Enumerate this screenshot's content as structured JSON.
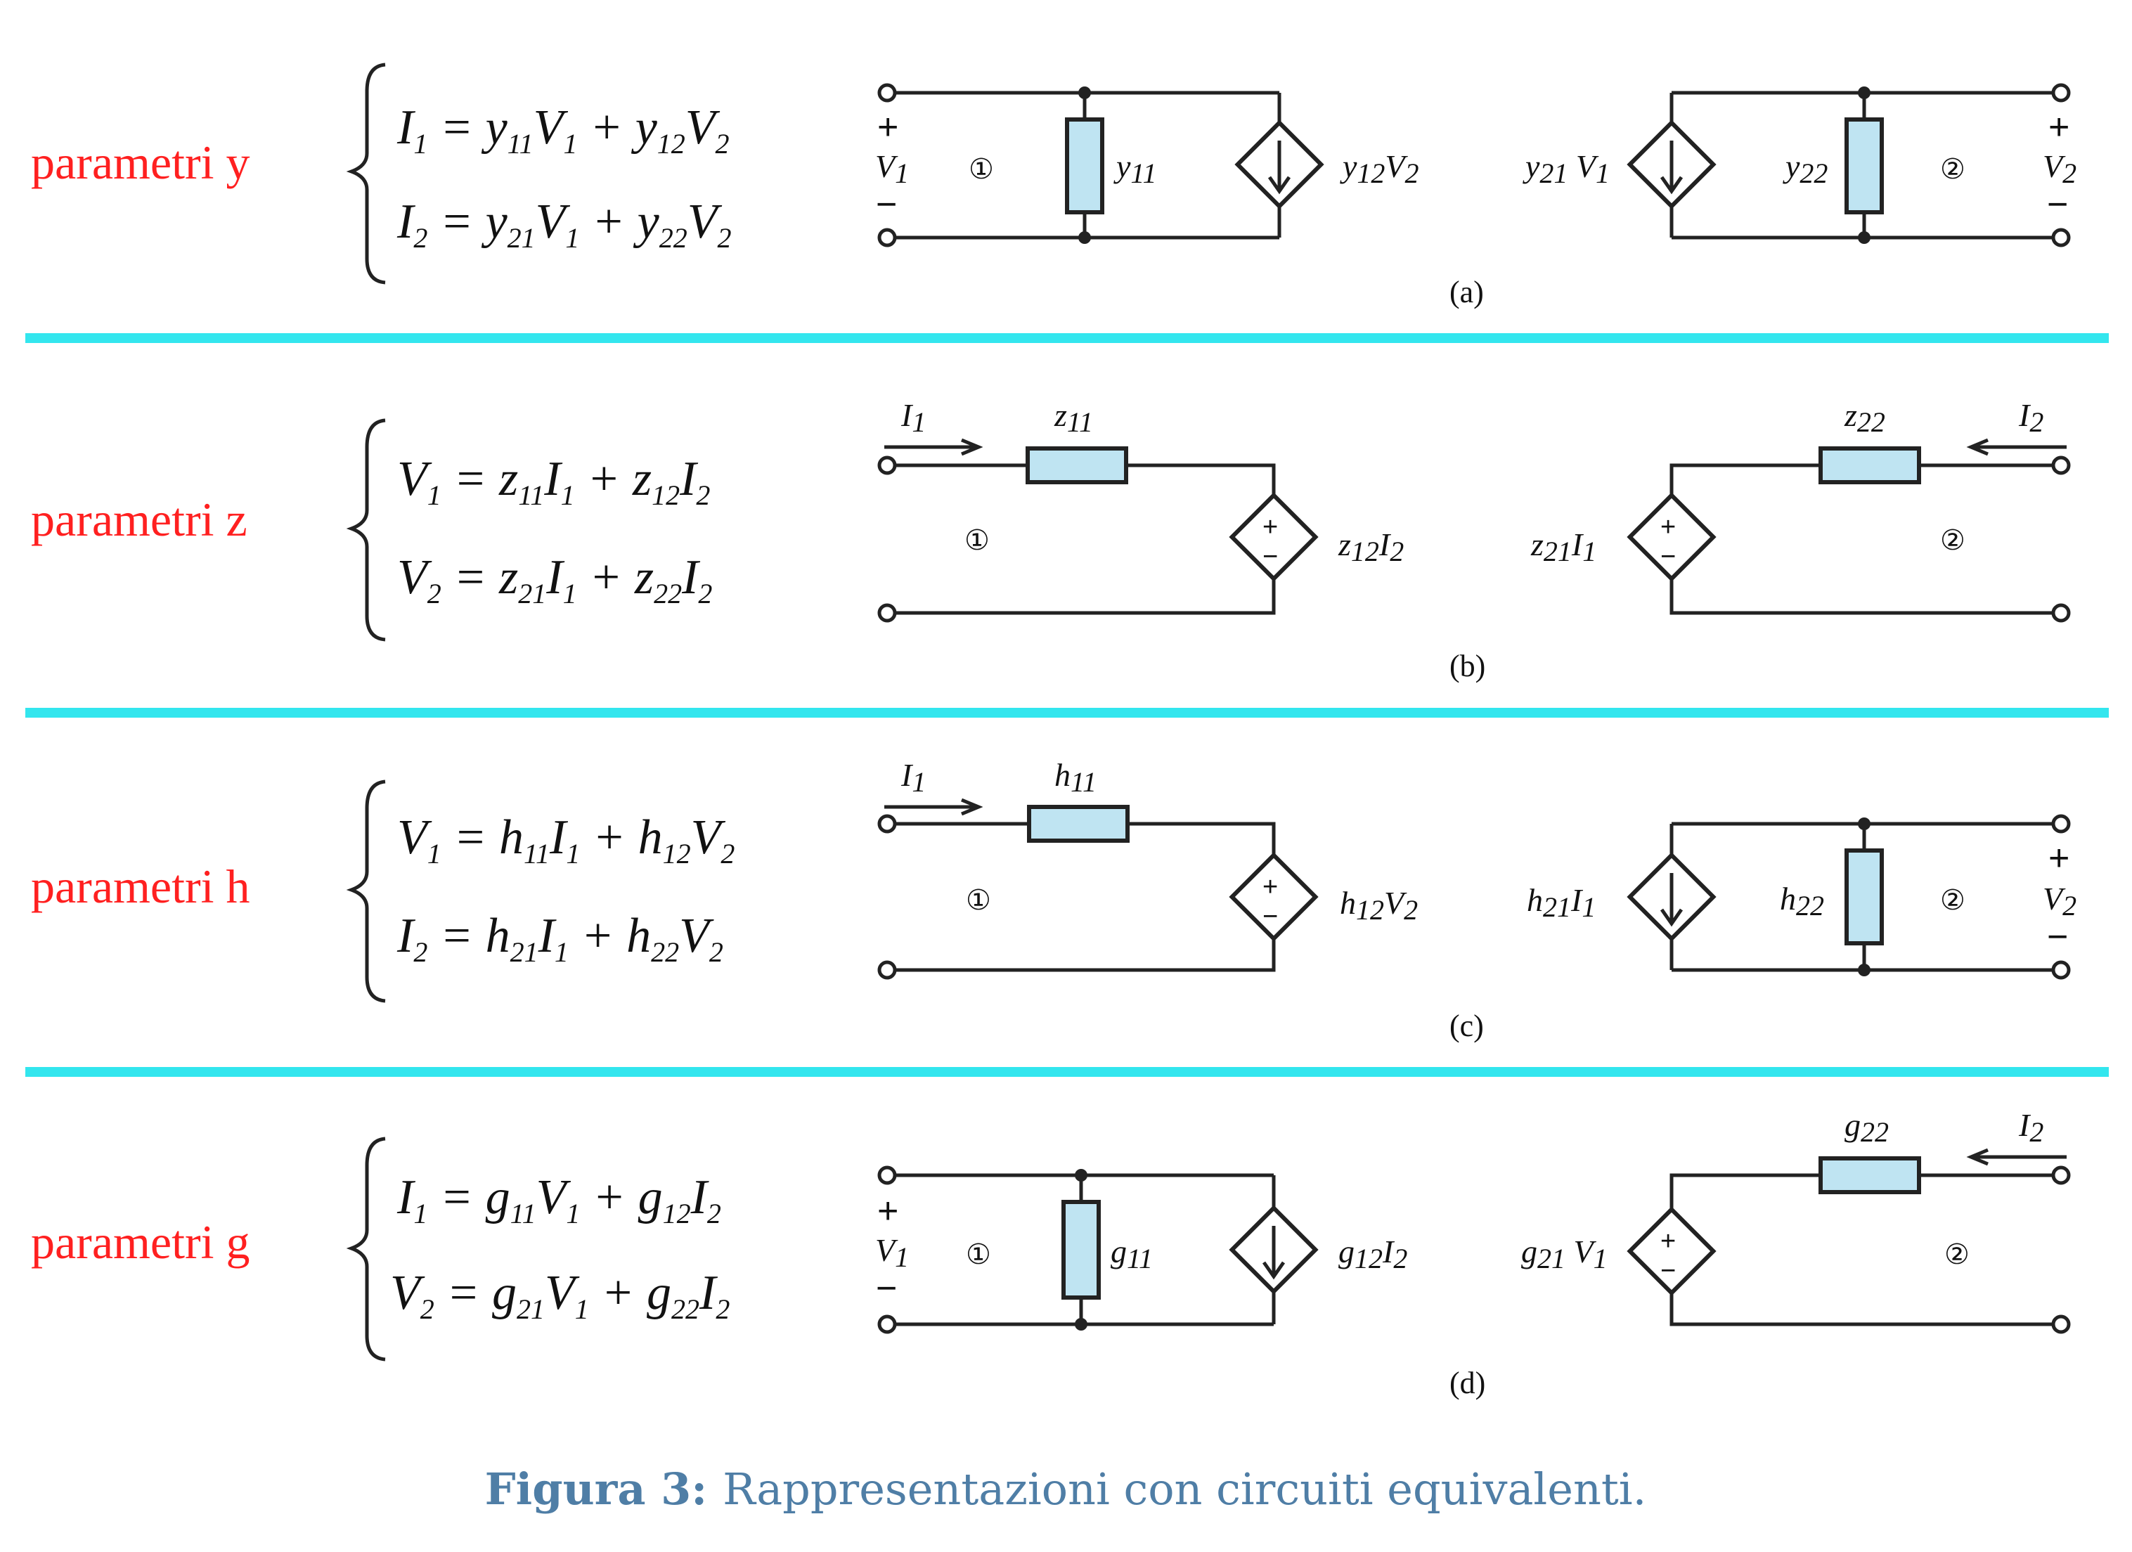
{
  "sections": [
    {
      "label": "parametri y",
      "eq1": {
        "lhs": "I",
        "lhs_sub": "1",
        "a": "y",
        "a_sub": "11",
        "av": "V",
        "av_sub": "1",
        "b": "y",
        "b_sub": "12",
        "bv": "V",
        "bv_sub": "2"
      },
      "eq2": {
        "lhs": "I",
        "lhs_sub": "2",
        "a": "y",
        "a_sub": "21",
        "av": "V",
        "av_sub": "1",
        "b": "y",
        "b_sub": "22",
        "bv": "V",
        "bv_sub": "2"
      },
      "left_elem": "y11",
      "left_src": "y12V2",
      "right_src": "y21V1",
      "right_elem": "y22",
      "tag": "(a)"
    },
    {
      "label": "parametri z",
      "eq1": {
        "lhs": "V",
        "lhs_sub": "1",
        "a": "z",
        "a_sub": "11",
        "av": "I",
        "av_sub": "1",
        "b": "z",
        "b_sub": "12",
        "bv": "I",
        "bv_sub": "2"
      },
      "eq2": {
        "lhs": "V",
        "lhs_sub": "2",
        "a": "z",
        "a_sub": "21",
        "av": "I",
        "av_sub": "1",
        "b": "z",
        "b_sub": "22",
        "bv": "I",
        "bv_sub": "2"
      },
      "left_elem": "z11",
      "left_src": "z12I2",
      "right_src": "z21I1",
      "right_elem": "z22",
      "current_left": "I1",
      "current_right": "I2",
      "tag": "(b)"
    },
    {
      "label": "parametri h",
      "eq1": {
        "lhs": "V",
        "lhs_sub": "1",
        "a": "h",
        "a_sub": "11",
        "av": "I",
        "av_sub": "1",
        "b": "h",
        "b_sub": "12",
        "bv": "V",
        "bv_sub": "2"
      },
      "eq2": {
        "lhs": "I",
        "lhs_sub": "2",
        "a": "h",
        "a_sub": "21",
        "av": "I",
        "av_sub": "1",
        "b": "h",
        "b_sub": "22",
        "bv": "V",
        "bv_sub": "2"
      },
      "left_elem": "h11",
      "left_src": "h12V2",
      "right_src": "h21I1",
      "right_elem": "h22",
      "current_left": "I1",
      "tag": "(c)"
    },
    {
      "label": "parametri g",
      "eq1": {
        "lhs": "I",
        "lhs_sub": "1",
        "a": "g",
        "a_sub": "11",
        "av": "V",
        "av_sub": "1",
        "b": "g",
        "b_sub": "12",
        "bv": "I",
        "bv_sub": "2"
      },
      "eq2": {
        "lhs": "V",
        "lhs_sub": "2",
        "a": "g",
        "a_sub": "21",
        "av": "V",
        "av_sub": "1",
        "b": "g",
        "b_sub": "22",
        "bv": "I",
        "bv_sub": "2"
      },
      "left_elem": "g11",
      "left_src": "g12I2",
      "right_src": "g21V1",
      "right_elem": "g22",
      "current_right": "I2",
      "tag": "(d)"
    }
  ],
  "ports": {
    "port1": "①",
    "port2": "②",
    "plus": "+",
    "minus": "−",
    "v1": "V1",
    "v2": "V2"
  },
  "caption": {
    "prefix": "Figura 3:",
    "text": "Rappresentazioni con circuiti equivalenti."
  },
  "colors": {
    "label": "#ff2020",
    "separator": "#33e6ee",
    "resistor_fill": "#bfe4f2",
    "caption": "#4f7ea6"
  }
}
